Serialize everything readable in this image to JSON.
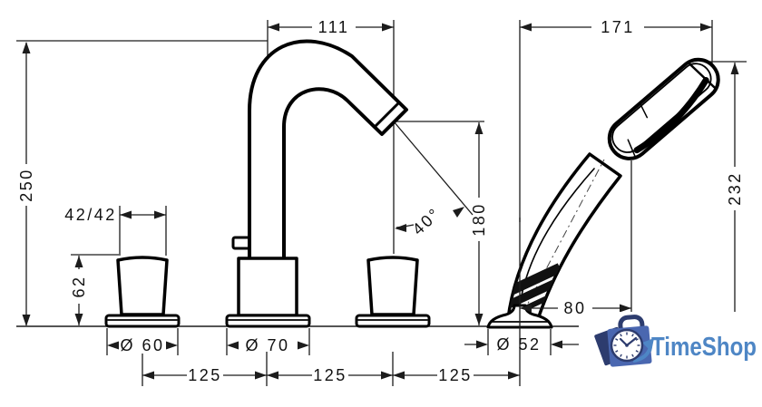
{
  "drawing": {
    "type": "technical-dimension-drawing",
    "subject": "3-hole bath mixer with hand shower",
    "line_color": "#1c1c1c",
    "background": "#ffffff",
    "dimensions": {
      "spout_reach": "111",
      "shower_reach": "171",
      "total_height": "250",
      "shower_height": "232",
      "spout_outlet_height": "180",
      "spout_angle": "40°",
      "handle_top_size": "42/42",
      "handle_height": "62",
      "handle_base_diameter": "Ø 60",
      "spout_base_diameter": "Ø 70",
      "shower_base_diameter": "Ø 52",
      "shower_head_offset": "80",
      "pitch_left": "125",
      "pitch_middle": "125",
      "pitch_right": "125"
    }
  },
  "logo": {
    "text": "TimeShop",
    "text_color": "#4e86c5",
    "bag_front_color": "#4a67b0",
    "bag_back_color": "#2d3c6e",
    "clock_color": "#2d3c6e"
  }
}
